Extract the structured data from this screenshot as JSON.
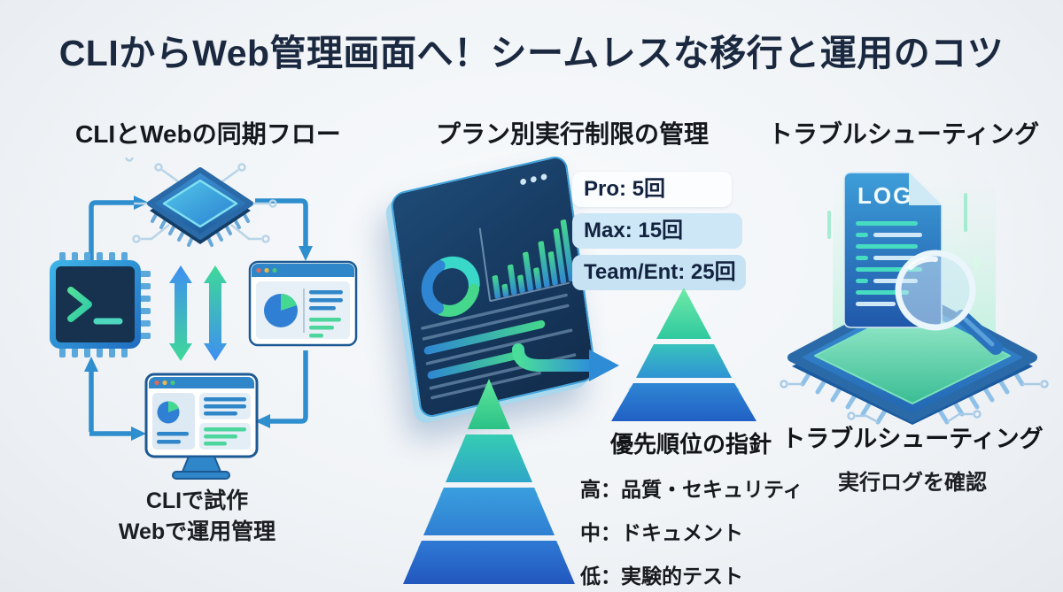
{
  "title": "CLIからWeb管理画面へ！シームレスな移行と運用のコツ",
  "flow": {
    "heading": "CLIとWebの同期フロー",
    "caption": [
      "CLIで試作",
      "Webで運用管理"
    ]
  },
  "plans": {
    "heading": "プラン別実行制限の管理",
    "limits": [
      "Pro: 5回",
      "Max: 15回",
      "Team/Ent: 25回"
    ],
    "priority_heading": "優先順位の指針",
    "priority_items": [
      "高：品質・セキュリティ",
      "中：ドキュメント",
      "低：実験的テスト"
    ]
  },
  "troubleshooting": {
    "heading": "トラブルシューティング",
    "caption_title": "トラブルシューティング",
    "caption_sub": "実行ログを確認",
    "log_badge": "LOG"
  },
  "colors": {
    "accent_blue": "#2e8ece",
    "accent_green": "#3ed598",
    "navy_dark": "#16324e",
    "pill_blue": "#cde7f6",
    "title_navy": "#1b2940"
  }
}
